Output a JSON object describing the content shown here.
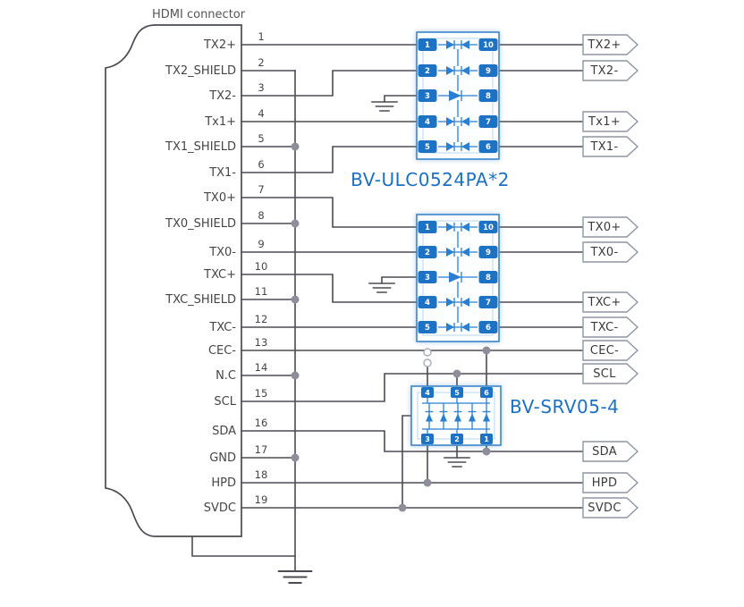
{
  "title": "HDMI connector",
  "ic_label": "BV-ULC0524PA*2",
  "srv_label": "BV-SRV05-4",
  "hdmi_pins": [
    {
      "num": "1",
      "label": "TX2+"
    },
    {
      "num": "2",
      "label": "TX2_SHIELD"
    },
    {
      "num": "3",
      "label": "TX2-"
    },
    {
      "num": "4",
      "label": "Tx1+"
    },
    {
      "num": "5",
      "label": "TX1_SHIELD"
    },
    {
      "num": "6",
      "label": "TX1-"
    },
    {
      "num": "7",
      "label": "TX0+"
    },
    {
      "num": "8",
      "label": "TX0_SHIELD"
    },
    {
      "num": "9",
      "label": "TX0-"
    },
    {
      "num": "10",
      "label": "TXC+"
    },
    {
      "num": "11",
      "label": "TXC_SHIELD"
    },
    {
      "num": "12",
      "label": "TXC-"
    },
    {
      "num": "13",
      "label": "CEC-"
    },
    {
      "num": "14",
      "label": "N.C"
    },
    {
      "num": "15",
      "label": "SCL"
    },
    {
      "num": "16",
      "label": "SDA"
    },
    {
      "num": "17",
      "label": "GND"
    },
    {
      "num": "18",
      "label": "HPD"
    },
    {
      "num": "19",
      "label": "SVDC"
    }
  ],
  "ic1": {
    "left_pins": [
      "1",
      "2",
      "3",
      "4",
      "5"
    ],
    "right_pins": [
      "10",
      "9",
      "8",
      "7",
      "6"
    ]
  },
  "ic2": {
    "left_pins": [
      "1",
      "2",
      "3",
      "4",
      "5"
    ],
    "right_pins": [
      "10",
      "9",
      "8",
      "7",
      "6"
    ]
  },
  "srv": {
    "top_pins": [
      "4",
      "5",
      "6"
    ],
    "bottom_pins": [
      "3",
      "2",
      "1"
    ]
  },
  "outputs": [
    "TX2+",
    "TX2-",
    "Tx1+",
    "TX1-",
    "TX0+",
    "TX0-",
    "TXC+",
    "TXC-",
    "CEC-",
    "SCL",
    "SDA",
    "HPD",
    "SVDC"
  ],
  "colors": {
    "accent_blue": "#1c70c2",
    "ic_pin_blue": "#1e72c4",
    "wire_gray": "#4b4b54",
    "dot_gray": "#8d8e99"
  }
}
